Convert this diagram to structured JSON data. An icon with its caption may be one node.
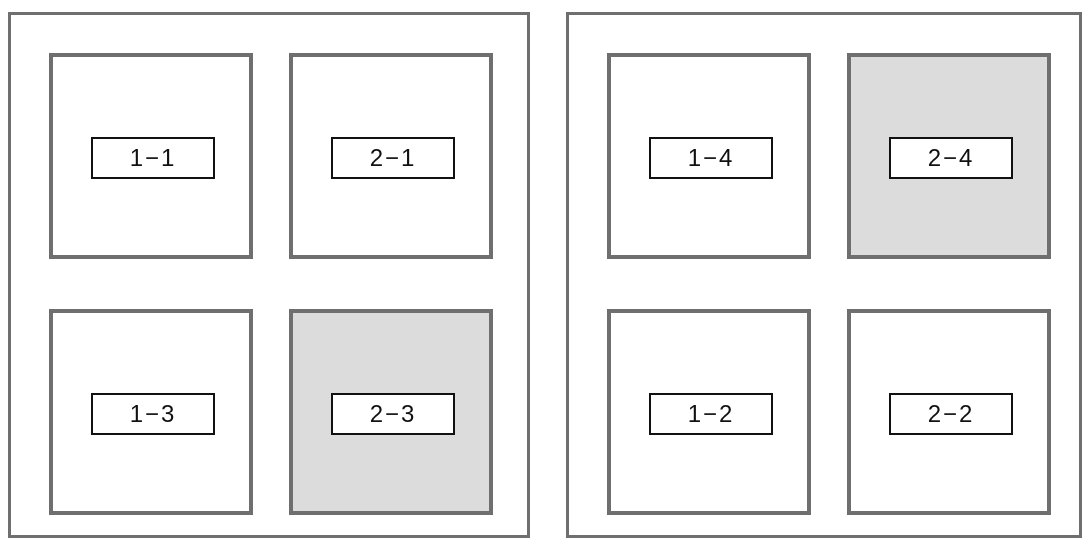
{
  "diagram": {
    "nodes": [
      {
        "text": [],
        "shape": "box"
      },
      {
        "text": [],
        "shape": "box",
        "in": 0
      },
      {
        "text": [
          "1−1"
        ],
        "in": 1
      },
      {
        "text": [],
        "shape": "box",
        "in": 0
      },
      {
        "text": [
          "2−1"
        ],
        "in": 3
      },
      {
        "text": [],
        "shape": "box",
        "in": 0
      },
      {
        "text": [
          "1−3"
        ],
        "in": 5
      },
      {
        "text": [],
        "shape": "box",
        "in": 0
      },
      {
        "text": [
          "2−3"
        ],
        "in": 7
      },
      {
        "text": [],
        "shape": "box"
      },
      {
        "text": [],
        "shape": "box",
        "in": 9
      },
      {
        "text": [
          "1−4"
        ],
        "in": 10
      },
      {
        "text": [],
        "shape": "box",
        "in": 9
      },
      {
        "text": [
          "2−4"
        ],
        "in": 12
      },
      {
        "text": [],
        "shape": "box",
        "in": 9
      },
      {
        "text": [
          "1−2"
        ],
        "in": 14
      },
      {
        "text": [],
        "shape": "box",
        "in": 9
      },
      {
        "text": [
          "2−2"
        ],
        "in": 16
      }
    ]
  }
}
